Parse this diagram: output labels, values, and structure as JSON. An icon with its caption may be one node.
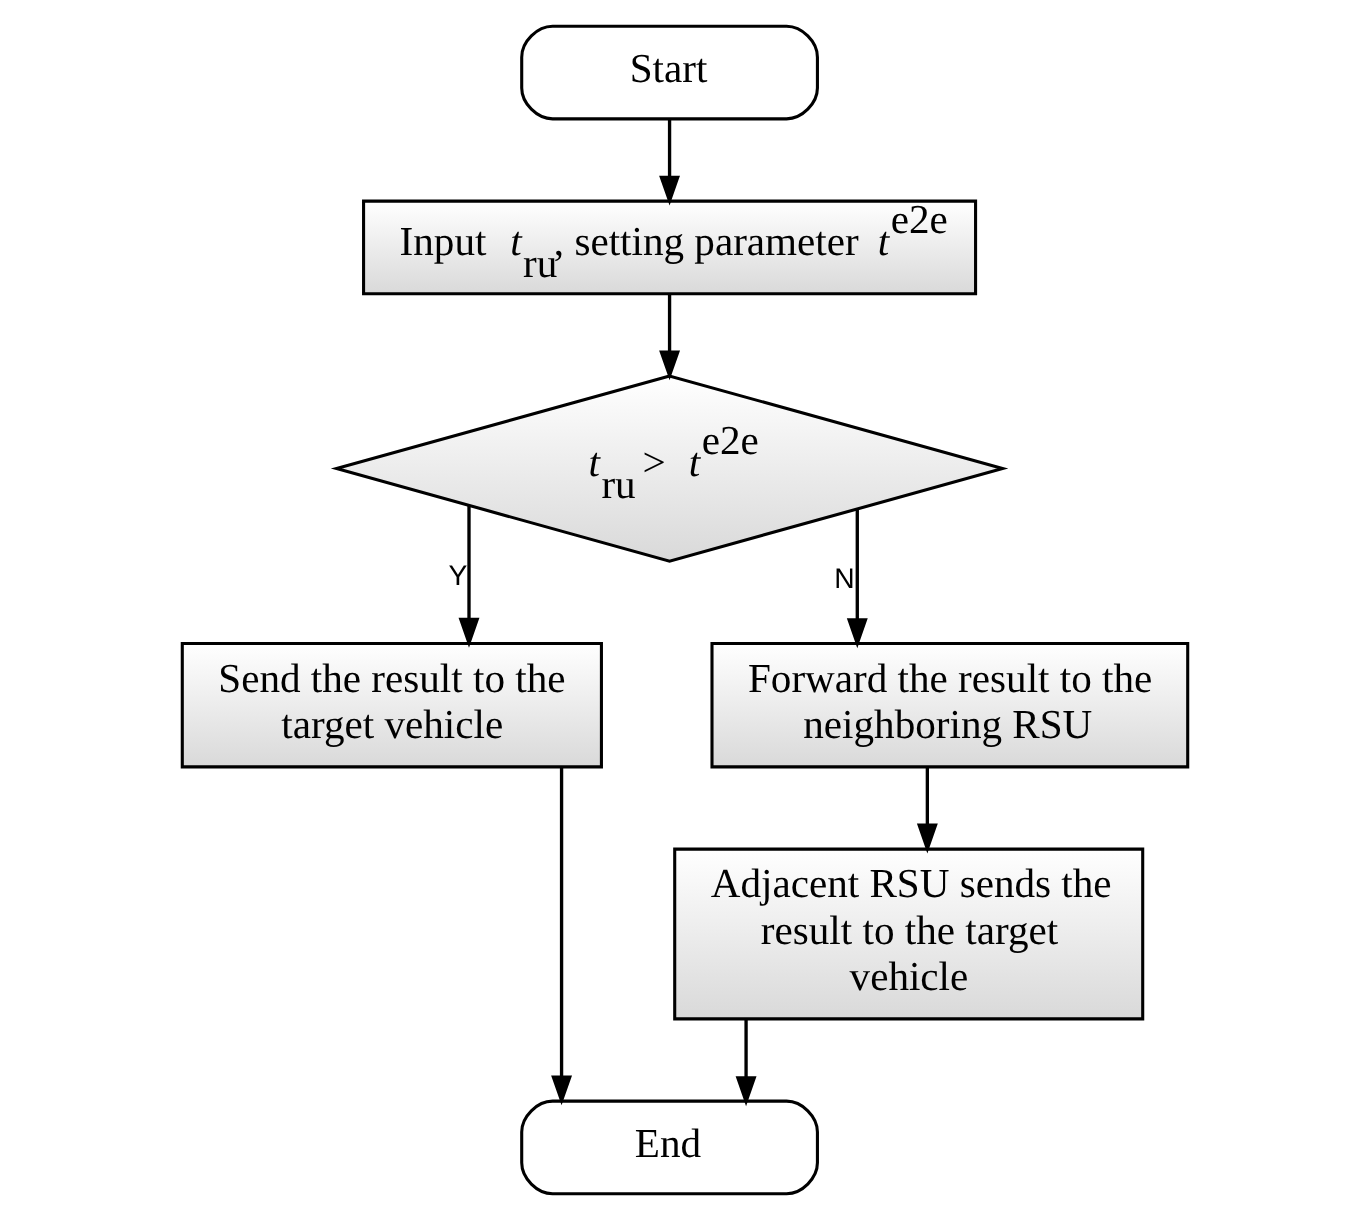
{
  "diagram": {
    "nodes": [
      {
        "text": [
          "Start"
        ]
      },
      {
        "text": [
          "Input *t*$_{ru}$, setting parameter *t*$^{e2e}$"
        ]
      },
      {
        "text": [
          "*t*$_{ru}$ > *t*$^{e2e}$"
        ]
      },
      {
        "text": [
          "Forward the result to the neighboring RSU"
        ]
      },
      {
        "text": [
          "Send the result to the target vehicle"
        ]
      },
      {
        "text": [
          "Adjacent RSU sends the result to the target vehicle"
        ]
      },
      {
        "text": [
          "End"
        ]
      }
    ],
    "edges": [
      {
        "from": 0,
        "to": 1,
        "arrow": "to"
      },
      {
        "from": 1,
        "to": 2,
        "arrow": "to"
      },
      {
        "from": 2,
        "to": 3,
        "arrow": "to",
        "label": "N"
      },
      {
        "from": 2,
        "to": 4,
        "arrow": "to",
        "label": "Y"
      },
      {
        "from": 3,
        "to": 5,
        "arrow": "to"
      },
      {
        "from": 4,
        "to": 6,
        "arrow": "to"
      },
      {
        "from": 5,
        "to": 6,
        "arrow": "to"
      }
    ]
  }
}
